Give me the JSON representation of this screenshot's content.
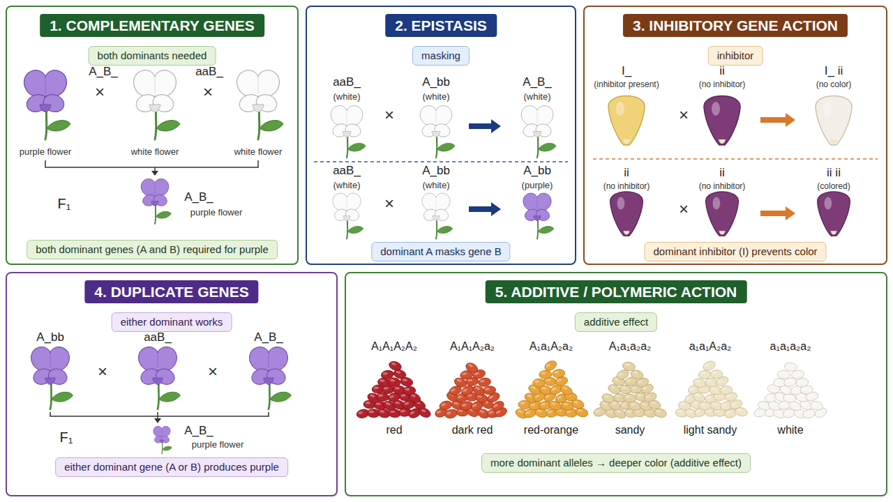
{
  "diagram": {
    "nodes": [
      {
        "text": [
          "1. COMPLEMENTARY GENES"
        ]
      },
      {
        "text": [
          "both dominants needed"
        ],
        "in": 0
      },
      {
        "text": [
          "both dominant genes (A and B) required for purple"
        ],
        "in": 0
      },
      {
        "text": [
          "2. EPISTASIS"
        ]
      },
      {
        "text": [
          "masking"
        ],
        "in": 3
      },
      {
        "text": [
          "dominant A masks gene B"
        ],
        "in": 3
      },
      {
        "text": [
          "3. INHIBITORY GENE ACTION"
        ]
      },
      {
        "text": [
          "inhibitor"
        ],
        "in": 6
      },
      {
        "text": [
          "dominant inhibitor (I) prevents color"
        ],
        "in": 6
      },
      {
        "text": [
          "4. DUPLICATE GENES"
        ]
      },
      {
        "text": [
          "either dominant works"
        ],
        "in": 9
      },
      {
        "text": [
          "either dominant gene (A or B) produces purple"
        ],
        "in": 9
      },
      {
        "text": [
          "5. ADDITIVE / POLYMERIC ACTION"
        ]
      },
      {
        "text": [
          "additive effect"
        ],
        "in": 12
      },
      {
        "text": [
          "more dominant alleles → deeper color (additive effect)"
        ],
        "in": 12
      }
    ],
    "labels": [
      "A_B_",
      "×",
      "aaB_",
      "×",
      "purple flower",
      "white flower",
      "white flower",
      "F₁",
      "A_B_",
      "purple flower",
      "aaB_",
      "(white)",
      "×",
      "A_bb",
      "(white)",
      "A_B_",
      "(white)",
      "aaB_",
      "(white)",
      "×",
      "A_bb",
      "(white)",
      "A_bb",
      "(purple)",
      "I_",
      "(inhibitor present)",
      "×",
      "ii",
      "(no inhibitor)",
      "I_ ii",
      "(no color)",
      "ii",
      "(no inhibitor)",
      "×",
      "ii",
      "(no inhibitor)",
      "ii ii",
      "(colored)",
      "A_bb",
      "×",
      "aaB_",
      "×",
      "A_B_",
      "F₁",
      "A_B_",
      "purple flower",
      "A₁A₁A₂A₂",
      "A₁A₁A₂a₂",
      "A₁a₁A₂a₂",
      "A₁a₁a₂a₂",
      "a₁a₁A₂a₂",
      "a₁a₁a₂a₂",
      "red",
      "dark red",
      "red-orange",
      "sandy",
      "light sandy",
      "white"
    ]
  }
}
